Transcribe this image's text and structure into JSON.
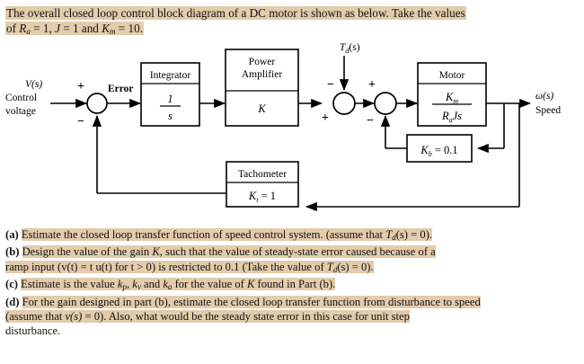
{
  "page": {
    "background": "#ffffff",
    "highlight_color": "#e3cbab",
    "text_color": "#111111"
  },
  "intro": {
    "line1": "The overall closed loop control block diagram of a DC motor is shown as below. Take the values",
    "line2_pre": "of ",
    "line2_ra": "R",
    "line2_ra_sub": "a",
    "line2_mid1": " = 1, ",
    "line2_j": "J",
    "line2_mid2": " = 1 and ",
    "line2_km": "K",
    "line2_km_sub": "m",
    "line2_tail": " = 10."
  },
  "diagram": {
    "input_label_1": "V(s)",
    "input_label_2": "Control",
    "input_label_3": "voltage",
    "error_label": "Error",
    "sum1_plus": "+",
    "sum1_minus": "−",
    "sum2_minus": "−",
    "sum2_plus": "+",
    "sum3_plus": "+",
    "sum3_minus": "−",
    "disturbance_label": "T",
    "disturbance_sub": "d",
    "disturbance_tail": "(s)",
    "integrator_title": "Integrator",
    "integrator_num": "1",
    "integrator_den": "s",
    "amplifier_title_l1": "Power",
    "amplifier_title_l2": "Amplifier",
    "amplifier_value": "K",
    "motor_title": "Motor",
    "motor_num": "K",
    "motor_num_sub": "m",
    "motor_den_1": "R",
    "motor_den_1_sub": "a",
    "motor_den_2": "Js",
    "kb_label": "K",
    "kb_sub": "b",
    "kb_value": " = 0.1",
    "tach_title": "Tachometer",
    "tach_label": "K",
    "tach_sub": "t",
    "tach_value": " = 1",
    "output_label_1": "ω(s)",
    "output_label_2": "Speed"
  },
  "questions": {
    "a_tag": "(a)",
    "a_t1": "Estimate the closed loop transfer function of speed control system. (assume that ",
    "a_td": "T",
    "a_td_sub": "d",
    "a_t2": "(s) = 0).",
    "b_tag": "(b)",
    "b_t1": "Design the value of the gain ",
    "b_k": "K",
    "b_t2": ", such that the value of steady-state error caused because of a",
    "b_l2_t1": "ramp input (v(t) = t u(t) for t > 0) is restricted to 0.1 (Take the value of ",
    "b_td": "T",
    "b_td_sub": "d",
    "b_l2_t2": "(s) = 0).",
    "c_tag": "(c)",
    "c_t1": "Estimate is the value ",
    "c_kp": "k",
    "c_kp_sub": "p",
    "c_t2": ", ",
    "c_kv": "k",
    "c_kv_sub": "v",
    "c_t3": " and ",
    "c_ka": "k",
    "c_ka_sub": "a",
    "c_t4": " for the value of ",
    "c_k": "K",
    "c_t5": " found in Part (b).",
    "d_tag": "(d)",
    "d_t1": "For the gain designed in part (b), estimate the closed loop transfer function from disturbance to speed",
    "d_l2_t1": "(assume that ",
    "d_v": "v(s)",
    "d_l2_t2": " = 0). Also, what would be the steady state error in this case for unit step",
    "d_l3": "disturbance."
  }
}
